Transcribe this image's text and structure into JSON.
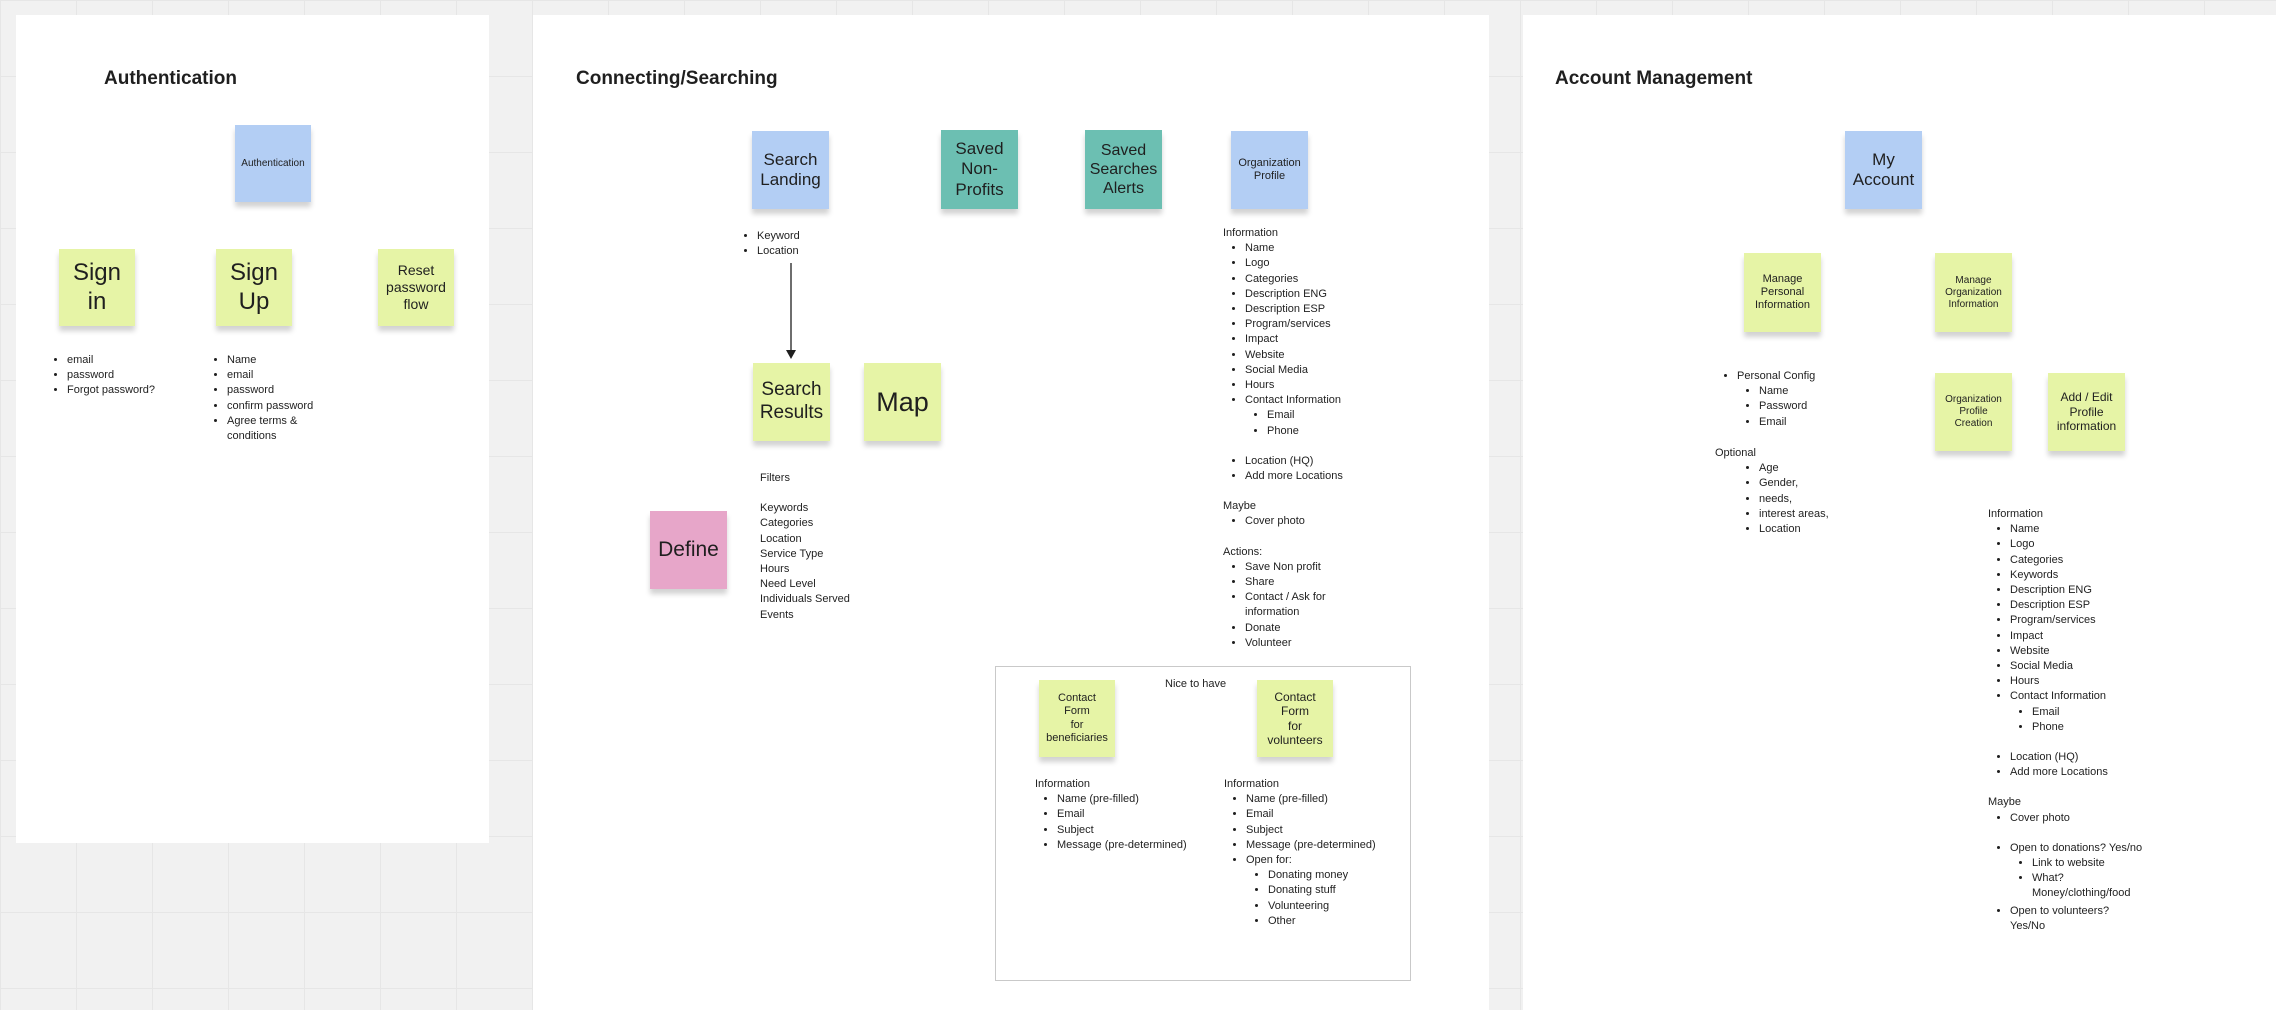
{
  "auth": {
    "title": "Authentication",
    "sticky_main": "Authentication",
    "sticky_signin": "Sign\nin",
    "sticky_signup": "Sign\nUp",
    "sticky_reset": "Reset\npassword\nflow",
    "signin_list": [
      "email",
      "password",
      "Forgot password?"
    ],
    "signup_list": [
      "Name",
      "email",
      "password",
      "confirm password",
      "Agree terms & conditions"
    ]
  },
  "search": {
    "title": "Connecting/Searching",
    "sticky_landing": "Search\nLanding",
    "sticky_saved_np": "Saved\nNon-\nProfits",
    "sticky_saved_alerts": "Saved\nSearches\nAlerts",
    "sticky_org_profile": "Organization\nProfile",
    "sticky_results": "Search\nResults",
    "sticky_map": "Map",
    "sticky_define": "Define",
    "landing_list": [
      "Keyword",
      "Location"
    ],
    "filters_title": "Filters",
    "filters_list": [
      "Keywords",
      "Categories",
      "Location",
      "Service Type",
      "Hours",
      "Need Level",
      "Individuals Served",
      "Events"
    ],
    "org_info_title": "Information",
    "org_info_list": [
      "Name",
      "Logo",
      "Categories",
      "Description ENG",
      "Description ESP",
      "Program/services",
      "Impact",
      "Website",
      "Social Media",
      "Hours",
      "Contact Information"
    ],
    "org_contact_sub": [
      "Email",
      "Phone"
    ],
    "org_location_list": [
      "Location (HQ)",
      "Add more Locations"
    ],
    "maybe_title": "Maybe",
    "maybe_list": [
      "Cover photo"
    ],
    "actions_title": "Actions:",
    "actions_list": [
      "Save Non profit",
      "Share",
      "Contact / Ask for information",
      "Donate",
      "Volunteer"
    ],
    "nice_title": "Nice to have",
    "sticky_contact_benef": "Contact\nForm\nfor\nbeneficiaries",
    "sticky_contact_vol": "Contact\nForm\nfor\nvolunteers",
    "benef_info_title": "Information",
    "benef_list": [
      "Name (pre-filled)",
      "Email",
      "Subject",
      "Message (pre-determined)"
    ],
    "vol_info_title": "Information",
    "vol_list": [
      "Name (pre-filled)",
      "Email",
      "Subject",
      "Message (pre-determined)",
      "Open for:"
    ],
    "vol_open_sub": [
      "Donating money",
      "Donating stuff",
      "Volunteering",
      "Other"
    ]
  },
  "account": {
    "title": "Account Management",
    "sticky_my_account": "My\nAccount",
    "sticky_personal": "Manage\nPersonal\nInformation",
    "sticky_org_info": "Manage\nOrganization\nInformation",
    "sticky_org_creation": "Organization\nProfile\nCreation",
    "sticky_add_edit": "Add / Edit\nProfile\ninformation",
    "personal_config": "Personal Config",
    "personal_sub": [
      "Name",
      "Password",
      "Email"
    ],
    "optional_title": "Optional",
    "optional_list": [
      "Age",
      "Gender,",
      "needs,",
      "interest areas,",
      "Location"
    ],
    "info_title": "Information",
    "info_list": [
      "Name",
      "Logo",
      "Categories",
      "Keywords",
      "Description ENG",
      "Description ESP",
      "Program/services",
      "Impact",
      "Website",
      "Social Media",
      "Hours",
      "Contact Information"
    ],
    "info_contact_sub": [
      "Email",
      "Phone"
    ],
    "info_location_list": [
      "Location (HQ)",
      "Add more Locations"
    ],
    "maybe_title": "Maybe",
    "maybe_list": [
      "Cover photo"
    ],
    "donations": "Open to donations? Yes/no",
    "donations_sub": [
      "Link to website",
      "What? Money/clothing/food"
    ],
    "volunteers": "Open to volunteers? Yes/No"
  }
}
